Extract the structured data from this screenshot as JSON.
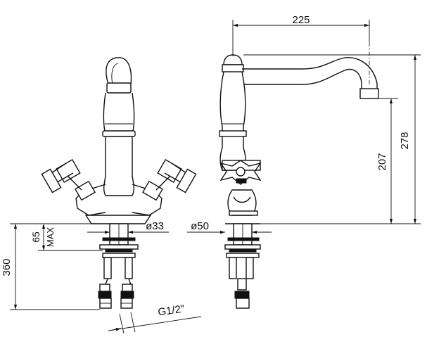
{
  "dimensions": {
    "spout_reach": "225",
    "total_height": "278",
    "spout_height": "207",
    "overall_height": "360",
    "max_deck": "65",
    "max_label": "MAX",
    "shank_diameter": "ø33",
    "base_diameter": "ø50",
    "thread": "G1/2\""
  }
}
